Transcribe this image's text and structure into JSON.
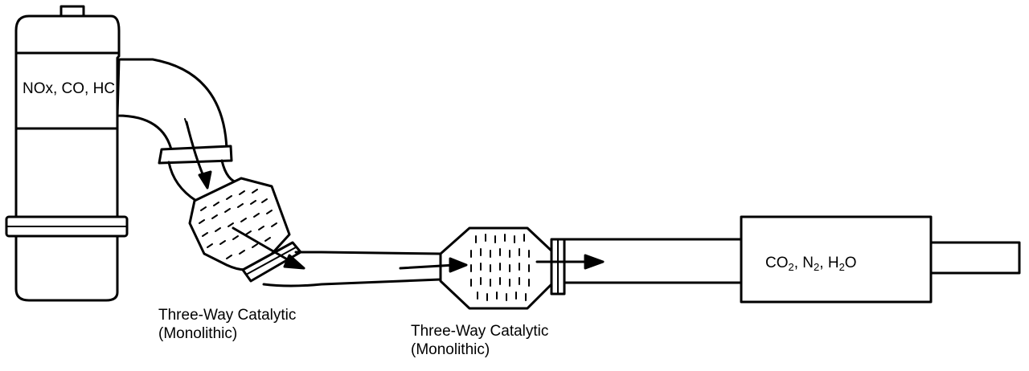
{
  "diagram": {
    "inlet_gases": "NOx, CO, HC",
    "outlet_gases": {
      "co2": {
        "base": "CO",
        "sub": "2"
      },
      "sep1": ", ",
      "n2": {
        "base": "N",
        "sub": "2"
      },
      "sep2": ", ",
      "h2o": {
        "base": "H",
        "sub": "2",
        "tail": "O"
      }
    },
    "converter_1": {
      "line1": "Three-Way Catalytic",
      "line2": "(Monolithic)"
    },
    "converter_2": {
      "line1": "Three-Way Catalytic",
      "line2": "(Monolithic)"
    }
  },
  "colors": {
    "stroke": "#000000",
    "background": "#ffffff"
  }
}
